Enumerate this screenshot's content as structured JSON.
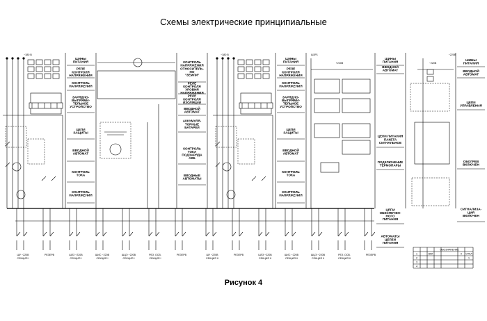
{
  "title": "Схемы электрические принципиальные",
  "caption": "Рисунок 4",
  "rail_labels": {
    "left_a": "~380 В",
    "left_b": "~380 В",
    "mid_a": "ШЗР1",
    "mid_b": "+220В",
    "right_a": "~220В",
    "right_b": "~220В"
  },
  "blocks": [
    {
      "id": "shiny-pitaniya-1",
      "lines": [
        "ШИНЫ",
        "ПИТАНИЯ"
      ]
    },
    {
      "id": "rele-kontrolya-1",
      "lines": [
        "РЕЛЕ",
        "КОНТРОЛЯ",
        "НАПРЯЖЕНИЯ"
      ]
    },
    {
      "id": "kontrol-napryazheniya-1",
      "lines": [
        "КОНТРОЛЬ",
        "НАПРЯЖЕНИЯ"
      ]
    },
    {
      "id": "zaryadno-1",
      "lines": [
        "ЗАРЯДНО-",
        "ВЫПРЯМИ-",
        "ТЕЛЬНОЕ",
        "УСТРОЙСТВО"
      ]
    },
    {
      "id": "tsepi-zashchity-1",
      "lines": [
        "ЦЕПИ",
        "ЗАЩИТЫ"
      ]
    },
    {
      "id": "vvodnoi-avtomat-1",
      "lines": [
        "ВВОДНОЙ",
        "АВТОМАТ"
      ]
    },
    {
      "id": "kontrol-toka-1",
      "lines": [
        "КОНТРОЛЬ",
        "ТОКА"
      ]
    },
    {
      "id": "kontrol-napryazheniya-1b",
      "lines": [
        "КОНТРОЛЬ",
        "НАПРЯЖЕНИЯ"
      ]
    },
    {
      "id": "kontrol-napr-zemli",
      "lines": [
        "КОНТРОЛЬ",
        "НАПРЯЖЕНИЯ",
        "ОТНОСИТЕЛЬ-",
        "НО",
        "\"ЗЕМЛИ\""
      ]
    },
    {
      "id": "rele-kontrolya-izol",
      "lines": [
        "РЕЛЕ",
        "КОНТРОЛЯ",
        "УРОВНЯ",
        "НАПРЯЖЕНИЯ"
      ]
    },
    {
      "id": "rele-kontrolya-izol2",
      "lines": [
        "РЕЛЕ",
        "КОНТРОЛЯ",
        "ИЗОЛЯЦИИ"
      ]
    },
    {
      "id": "vvodnoi-avtomat-mid",
      "lines": [
        "ВВОДНОЙ",
        "АВТОМАТ"
      ]
    },
    {
      "id": "akkumulyatornye",
      "lines": [
        "АККУМУЛЯ-",
        "ТОРНЫЕ",
        "БАТАРЕИ"
      ]
    },
    {
      "id": "kontrol-toka-podzaryada",
      "lines": [
        "КОНТРОЛЬ",
        "ТОКА",
        "ПОДЗАРЯДА",
        "АКБ"
      ]
    },
    {
      "id": "vvodnye-avtomaty",
      "lines": [
        "ВВОДНЫЕ",
        "АВТОМАТЫ"
      ]
    },
    {
      "id": "shiny-pitaniya-2",
      "lines": [
        "ШИНЫ",
        "ПИТАНИЯ"
      ]
    },
    {
      "id": "rele-kontrolya-2",
      "lines": [
        "РЕЛЕ",
        "КОНТРОЛЯ",
        "НАПРЯЖЕНИЯ"
      ]
    },
    {
      "id": "kontrol-napryazheniya-2",
      "lines": [
        "КОНТРОЛЬ",
        "НАПРЯЖЕНИЯ"
      ]
    },
    {
      "id": "zaryadno-2",
      "lines": [
        "ЗАРЯДНО-",
        "ВЫПРЯМИ-",
        "ТЕЛЬНОЕ",
        "УСТРОЙСТВО"
      ]
    },
    {
      "id": "tsepi-zashchity-2",
      "lines": [
        "ЦЕПИ",
        "ЗАЩИТЫ"
      ]
    },
    {
      "id": "vvodnoi-avtomat-2",
      "lines": [
        "ВВОДНОЙ",
        "АВТОМАТ"
      ]
    },
    {
      "id": "kontrol-toka-2",
      "lines": [
        "КОНТРОЛЬ",
        "ТОКА"
      ]
    },
    {
      "id": "kontrol-napryazheniya-2b",
      "lines": [
        "КОНТРОЛЬ",
        "НАПРЯЖЕНИЯ"
      ]
    },
    {
      "id": "shiny-pitaniya-3",
      "lines": [
        "ШИНЫ",
        "ПИТАНИЯ"
      ]
    },
    {
      "id": "vvodnoi-avtomat-3",
      "lines": [
        "ВВОДНОЙ",
        "АВТОМАТ"
      ]
    },
    {
      "id": "tsepi-pitaniya-paketa",
      "lines": [
        "ЦЕПИ ПИТАНИЯ",
        "ПАКЕТА",
        "СИГНАЛЬНОЕ"
      ]
    },
    {
      "id": "podklyuchenie-termopary",
      "lines": [
        "ПОДКЛЮЧЕНИЕ",
        "ТЕРМОПАРЫ"
      ]
    },
    {
      "id": "tsepi-obespech",
      "lines": [
        "ЦЕПИ",
        "ОБЕСПЕЧЕН-",
        "НОГО",
        "ПИТАНИЯ"
      ]
    },
    {
      "id": "avtomaty-tsepei",
      "lines": [
        "АВТОМАТЫ",
        "ЦЕПЕЙ",
        "ПИТАНИЯ"
      ]
    },
    {
      "id": "shiny-pitaniya-4",
      "lines": [
        "ШИНЫ",
        "ПИТАНИЯ"
      ]
    },
    {
      "id": "vvodnoi-avtomat-4",
      "lines": [
        "ВВОДНОЙ",
        "АВТОМАТ"
      ]
    },
    {
      "id": "tsepi-upravleniya",
      "lines": [
        "ЦЕПИ",
        "УПРАВЛЕНИЯ"
      ]
    },
    {
      "id": "obogrev-vklyuchen",
      "lines": [
        "ОБОГРЕВ",
        "ВКЛЮЧЕН"
      ]
    },
    {
      "id": "signalizatsiya",
      "lines": [
        "СИГНАЛИЗА-",
        "ЦИЯ",
        "ВКЛЮЧЕН"
      ]
    }
  ],
  "feeders_left": [
    {
      "label": "ШУ ~220В",
      "sub": "СЕКЦИЯ I"
    },
    {
      "label": "РЕЗЕРВ",
      "sub": ""
    },
    {
      "label": "ШЛЗ ~220В",
      "sub": "СЕКЦИЯ I"
    },
    {
      "label": "ШИС ~220В",
      "sub": "СЕКЦИЯ I"
    },
    {
      "label": "ШЦЭ ~220В",
      "sub": "СЕКЦИЯ I"
    },
    {
      "label": "РЕЗ. ОСВ.",
      "sub": "СЕКЦИЯ I"
    },
    {
      "label": "РЕЗЕРВ",
      "sub": ""
    }
  ],
  "feeders_right": [
    {
      "label": "ШУ ~220В",
      "sub": "СЕКЦИЯ II"
    },
    {
      "label": "РЕЗЕРВ",
      "sub": ""
    },
    {
      "label": "ШЛЗ ~220В",
      "sub": "СЕКЦИЯ II"
    },
    {
      "label": "ШИС ~220В",
      "sub": "СЕКЦИЯ II"
    },
    {
      "label": "ШЦЭ ~220В",
      "sub": "СЕКЦИЯ II"
    },
    {
      "label": "РЕЗ. ОСВ.",
      "sub": "СЕКЦИЯ II"
    },
    {
      "label": "РЕЗЕРВ",
      "sub": ""
    }
  ],
  "table": {
    "header": [
      "",
      "",
      "",
      "",
      "ОБОЗНАЧЕНИЕ",
      "",
      ""
    ],
    "rows": [
      [
        "1",
        "",
        "ВКЛ",
        "",
        "",
        "0",
        "ОТКЛ"
      ],
      [
        "2",
        "",
        "",
        "",
        "",
        "",
        "1"
      ],
      [
        "3",
        "",
        "",
        "",
        "",
        "",
        ""
      ],
      [
        "4",
        "",
        "",
        "",
        "",
        "",
        ""
      ]
    ]
  }
}
